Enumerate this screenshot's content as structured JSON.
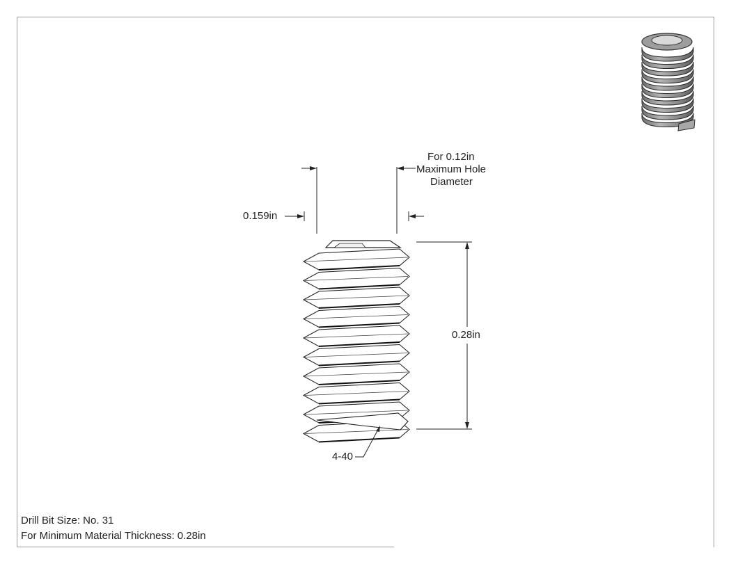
{
  "dimensions": {
    "width_label": "0.159in",
    "length_label": "0.28in",
    "thread_label": "4-40",
    "hole_note": [
      "For 0.12in",
      "Maximum Hole",
      "Diameter"
    ]
  },
  "notes": {
    "drill_bit": "Drill Bit Size: No. 31",
    "min_thickness": "For Minimum Material Thickness: 0.28in"
  }
}
